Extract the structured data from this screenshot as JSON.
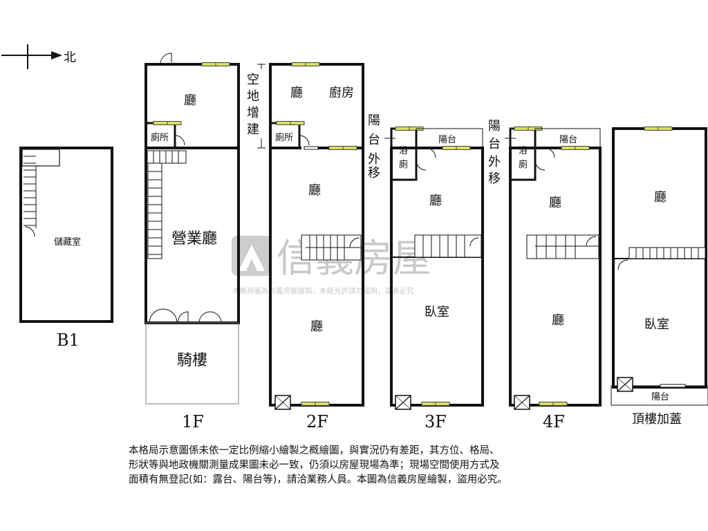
{
  "compass": {
    "north_label": "北"
  },
  "floors": {
    "b1": {
      "label": "B1",
      "rooms": {
        "storage": "儲藏室"
      }
    },
    "f1": {
      "label": "1F",
      "rooms": {
        "living": "廳",
        "toilet": "廁所",
        "business_hall": "營業廳",
        "arcade": "騎樓"
      }
    },
    "f2": {
      "label": "2F",
      "rooms": {
        "living_top": "廳",
        "kitchen": "廚房",
        "toilet": "廁所",
        "living_mid": "廳",
        "living_bottom": "廳"
      }
    },
    "f3": {
      "label": "3F",
      "rooms": {
        "bath": "浴",
        "toilet": "廁",
        "balcony": "陽台",
        "living": "廳",
        "bedroom": "臥室"
      }
    },
    "f4": {
      "label": "4F",
      "rooms": {
        "bath": "浴",
        "toilet": "廁",
        "balcony": "陽台",
        "living_top": "廳",
        "living_bottom": "廳"
      }
    },
    "roof": {
      "label": "頂樓加蓋",
      "rooms": {
        "living": "廳",
        "bedroom": "臥室",
        "balcony": "陽台"
      }
    }
  },
  "annotations": {
    "vacant_land_extension": [
      "空",
      "地",
      "增",
      "建"
    ],
    "balcony_moved_out_3f": [
      "陽",
      "台",
      "外",
      "移"
    ],
    "balcony_moved_out_4f": [
      "陽",
      "台",
      "外",
      "移"
    ]
  },
  "watermark": {
    "brand": "信義房屋",
    "notice": "本格局圖為信義房屋繪製，未經允許請勿盜用，違者必究"
  },
  "disclaimer": [
    "本格局示意圖係未依一定比例縮小繪製之概繪圖，與實況仍有差距，其方位、格局、",
    "形狀等與地政機關測量成果圖未必一致，仍須以房屋現場為準；現場空間使用方式及",
    "面積有無登記(如：露台、陽台等)，請洽業務人員。本圖為信義房屋繪製，盜用必究。"
  ]
}
